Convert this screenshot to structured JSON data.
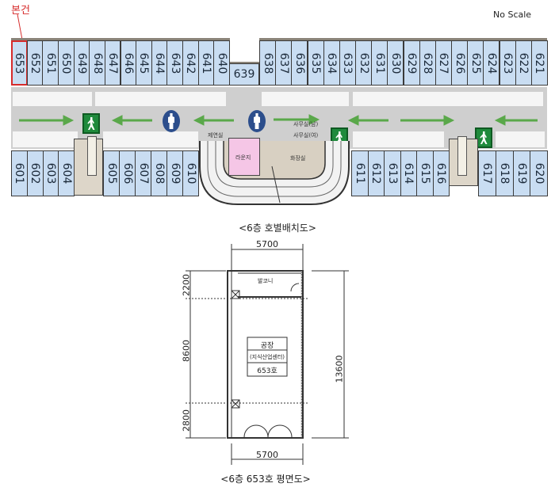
{
  "header": {
    "no_scale": "No Scale",
    "subject_label": "본건"
  },
  "floor_plan": {
    "caption": "<6층 호별배치도>",
    "top_units_left": [
      "653",
      "652",
      "651",
      "650",
      "649",
      "648",
      "647",
      "646",
      "645",
      "644",
      "643",
      "642",
      "641",
      "640"
    ],
    "center_unit": "639",
    "top_units_right": [
      "638",
      "637",
      "636",
      "635",
      "634",
      "633",
      "632",
      "631",
      "630",
      "629",
      "628",
      "627",
      "626",
      "625",
      "624",
      "623",
      "622",
      "621"
    ],
    "bottom_units_a": [
      "601",
      "602",
      "603",
      "604"
    ],
    "bottom_units_b": [
      "605",
      "606",
      "607",
      "608",
      "609",
      "610"
    ],
    "bottom_units_c": [
      "611",
      "612",
      "613",
      "614",
      "615",
      "616"
    ],
    "bottom_units_d": [
      "617",
      "618",
      "619",
      "620"
    ],
    "highlighted_unit": "653",
    "rooms": {
      "lounge": "라운지",
      "smoke_room": "제연실",
      "office": "사무실(남)",
      "office2": "사무실(여)",
      "restroom": "화장실"
    },
    "colors": {
      "unit": "#c9ddf2",
      "arrow": "#5aa84a",
      "highlight": "#d62b2b",
      "lounge": "#f5c6e6"
    }
  },
  "unit_plan": {
    "caption": "<6층 653호 평면도>",
    "width_top": "5700",
    "width_bottom": "5700",
    "height_segments": [
      "2200",
      "8600",
      "2800"
    ],
    "height_total": "13600",
    "balcony": "발코니",
    "room_use": "공장",
    "room_type": "(지식산업센터)",
    "room_number": "653호"
  }
}
